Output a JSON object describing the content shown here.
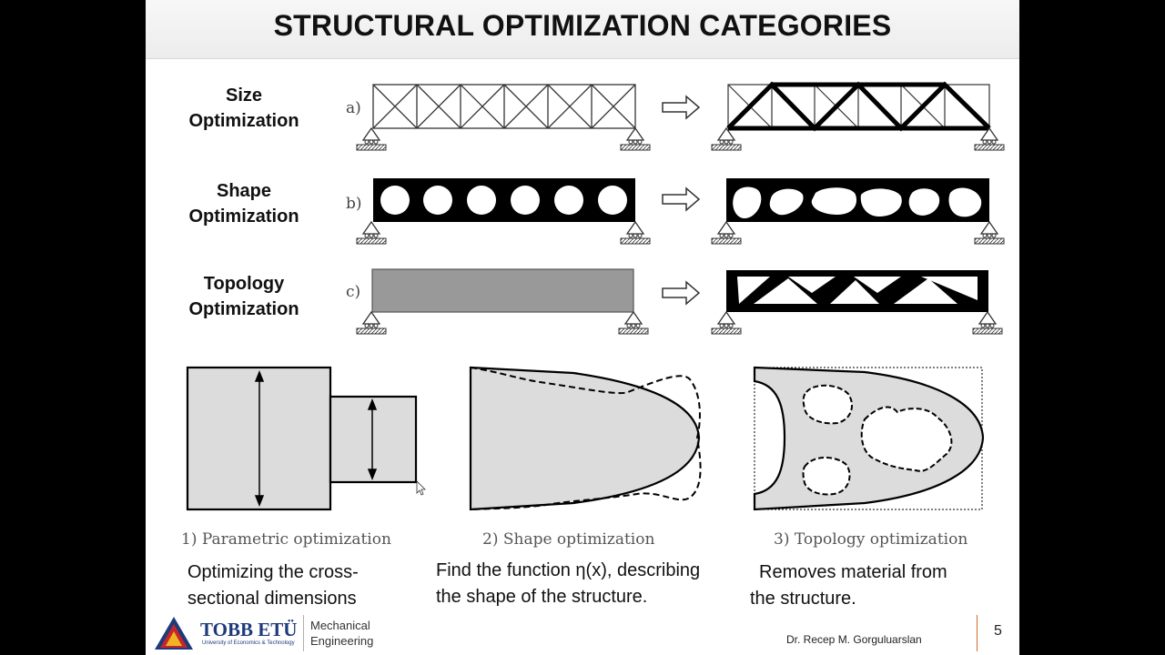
{
  "slide": {
    "title": "STRUCTURAL OPTIMIZATION CATEGORIES",
    "rows": [
      {
        "label_line1": "Size",
        "label_line2": "Optimization",
        "marker": "a)"
      },
      {
        "label_line1": "Shape",
        "label_line2": "Optimization",
        "marker": "b)"
      },
      {
        "label_line1": "Topology",
        "label_line2": "Optimization",
        "marker": "c)"
      }
    ],
    "panels": [
      {
        "caption": "1) Parametric optimization",
        "desc_line1": "Optimizing the cross-",
        "desc_line2": "sectional dimensions"
      },
      {
        "caption": "2) Shape optimization",
        "desc_line1": "Find the function η(x), describing",
        "desc_line2": "the shape of the structure."
      },
      {
        "caption": "3) Topology optimization",
        "desc_line1": "Removes material from",
        "desc_line2": "the structure."
      }
    ]
  },
  "footer": {
    "logo_text": "TOBB ETÜ",
    "logo_sub": "University of Economics & Technology",
    "dept_line1": "Mechanical",
    "dept_line2": "Engineering",
    "author": "Dr. Recep M. Gorguluarslan",
    "page_number": "5"
  },
  "colors": {
    "background_frame": "#000000",
    "slide": "#ffffff",
    "accent_line": "#d46b2a",
    "logo_blue": "#1d3a7a",
    "logo_red": "#c8242b"
  }
}
